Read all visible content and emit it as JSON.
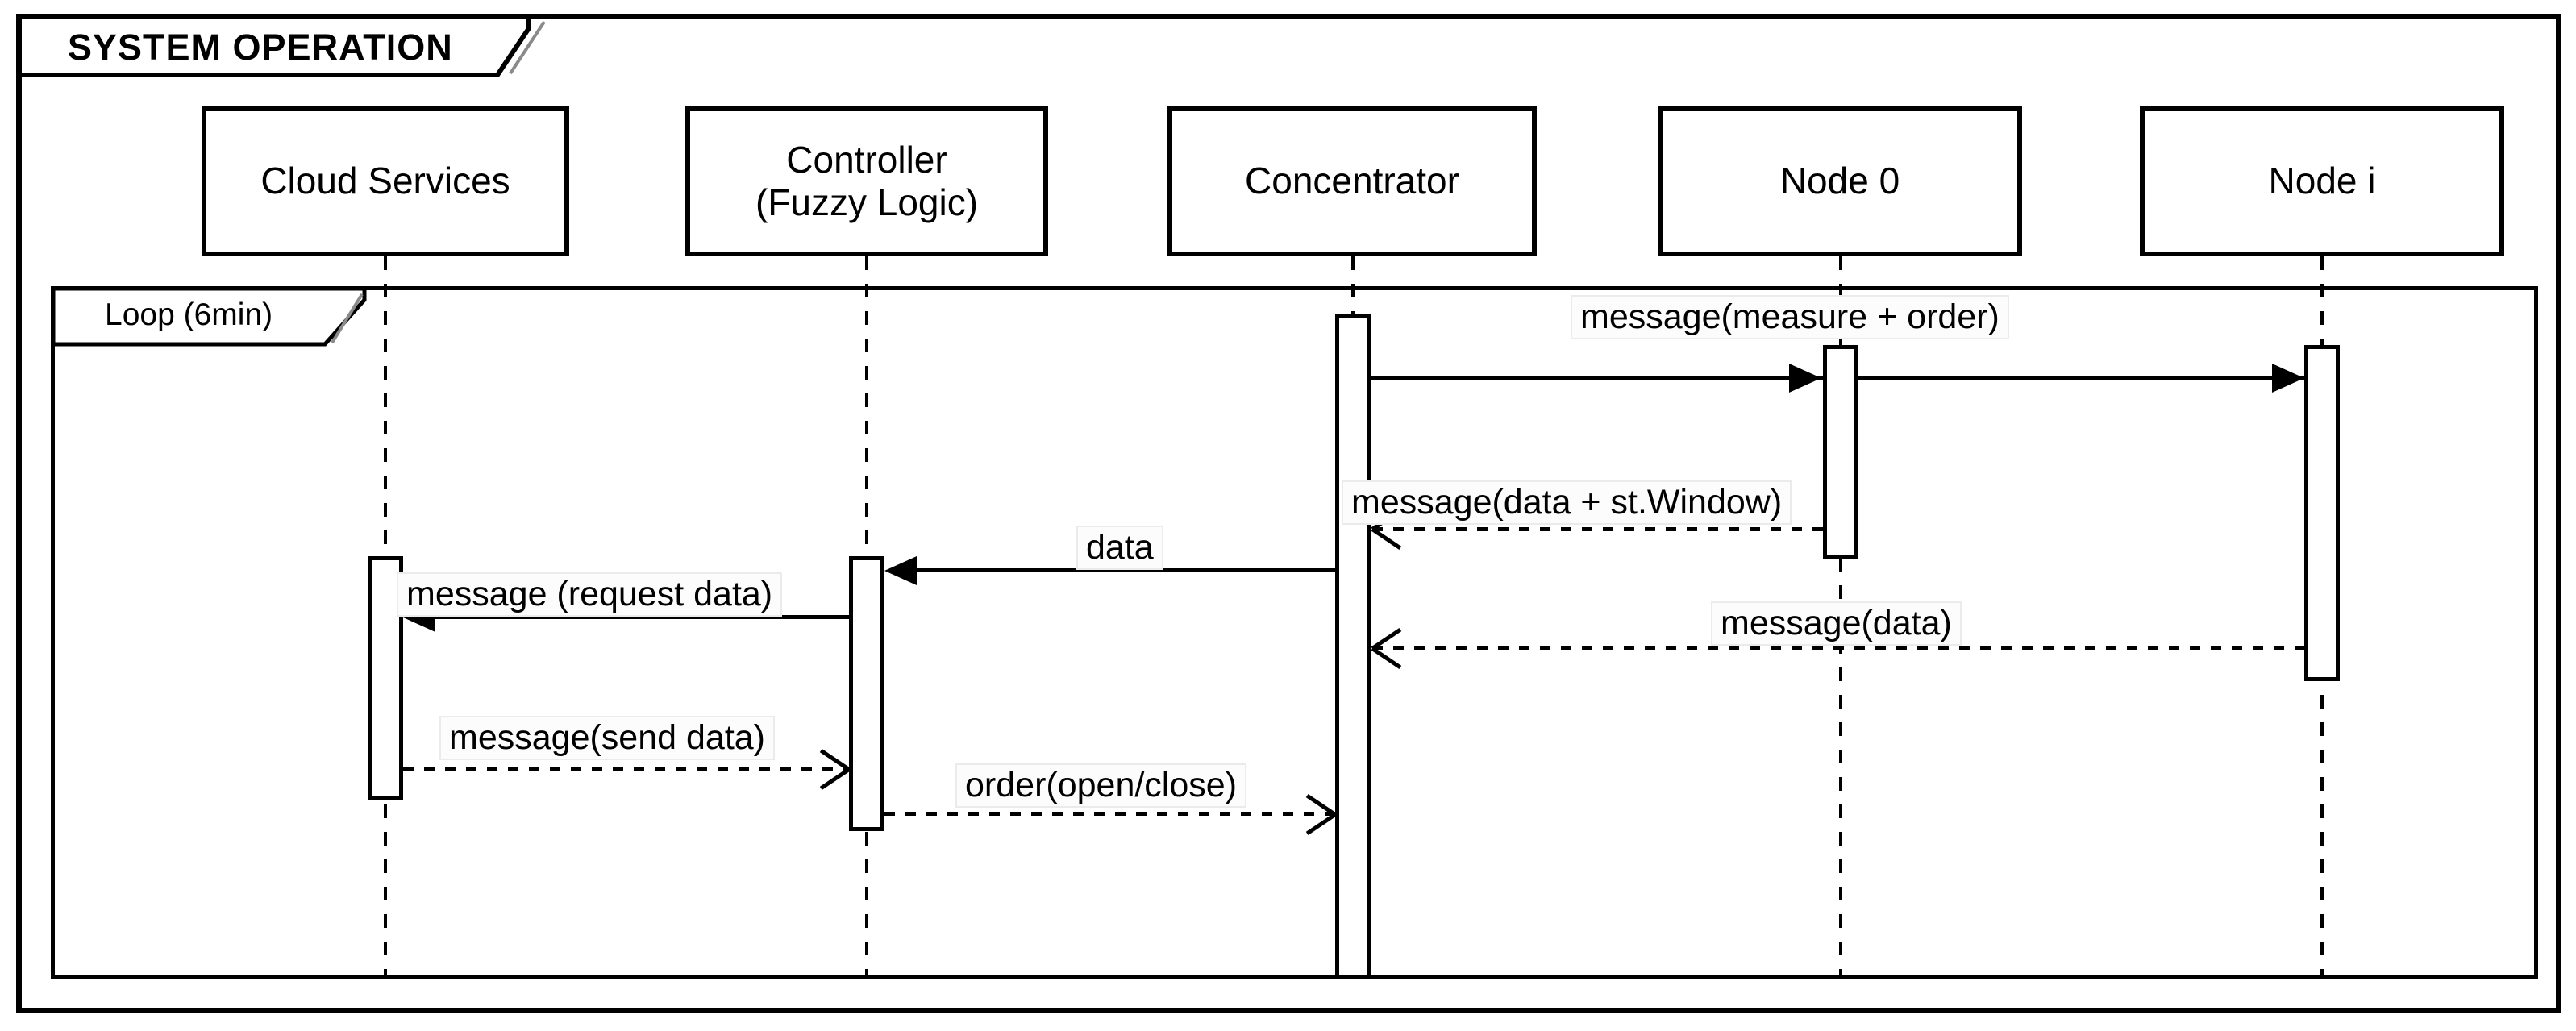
{
  "sequence": {
    "frame_title": "SYSTEM OPERATION",
    "loop_label": "Loop (6min)",
    "participants": [
      {
        "name": "Cloud Services",
        "line2": ""
      },
      {
        "name": "Controller",
        "line2": "(Fuzzy Logic)"
      },
      {
        "name": "Concentrator",
        "line2": ""
      },
      {
        "name": "Node 0",
        "line2": ""
      },
      {
        "name": "Node i",
        "line2": ""
      }
    ],
    "messages": [
      {
        "label": "message(measure + order)",
        "from": "Concentrator",
        "to": "Node 0 / Node i",
        "style": "solid-filled-arrow"
      },
      {
        "label": "message(data + st.Window)",
        "from": "Node 0",
        "to": "Concentrator",
        "style": "dashed-open-arrow"
      },
      {
        "label": "data",
        "from": "Concentrator",
        "to": "Controller (Fuzzy Logic)",
        "style": "solid-filled-arrow"
      },
      {
        "label": "message (request data)",
        "from": "Controller (Fuzzy Logic)",
        "to": "Cloud Services",
        "style": "solid-filled-arrow"
      },
      {
        "label": "message(data)",
        "from": "Node i",
        "to": "Concentrator",
        "style": "dashed-open-arrow"
      },
      {
        "label": "message(send data)",
        "from": "Cloud Services",
        "to": "Controller (Fuzzy Logic)",
        "style": "dashed-open-arrow"
      },
      {
        "label": "order(open/close)",
        "from": "Controller (Fuzzy Logic)",
        "to": "Concentrator",
        "style": "dashed-open-arrow"
      }
    ],
    "colors": {
      "line": "#000000",
      "background": "#ffffff",
      "label_background": "#fcfcfc"
    }
  }
}
